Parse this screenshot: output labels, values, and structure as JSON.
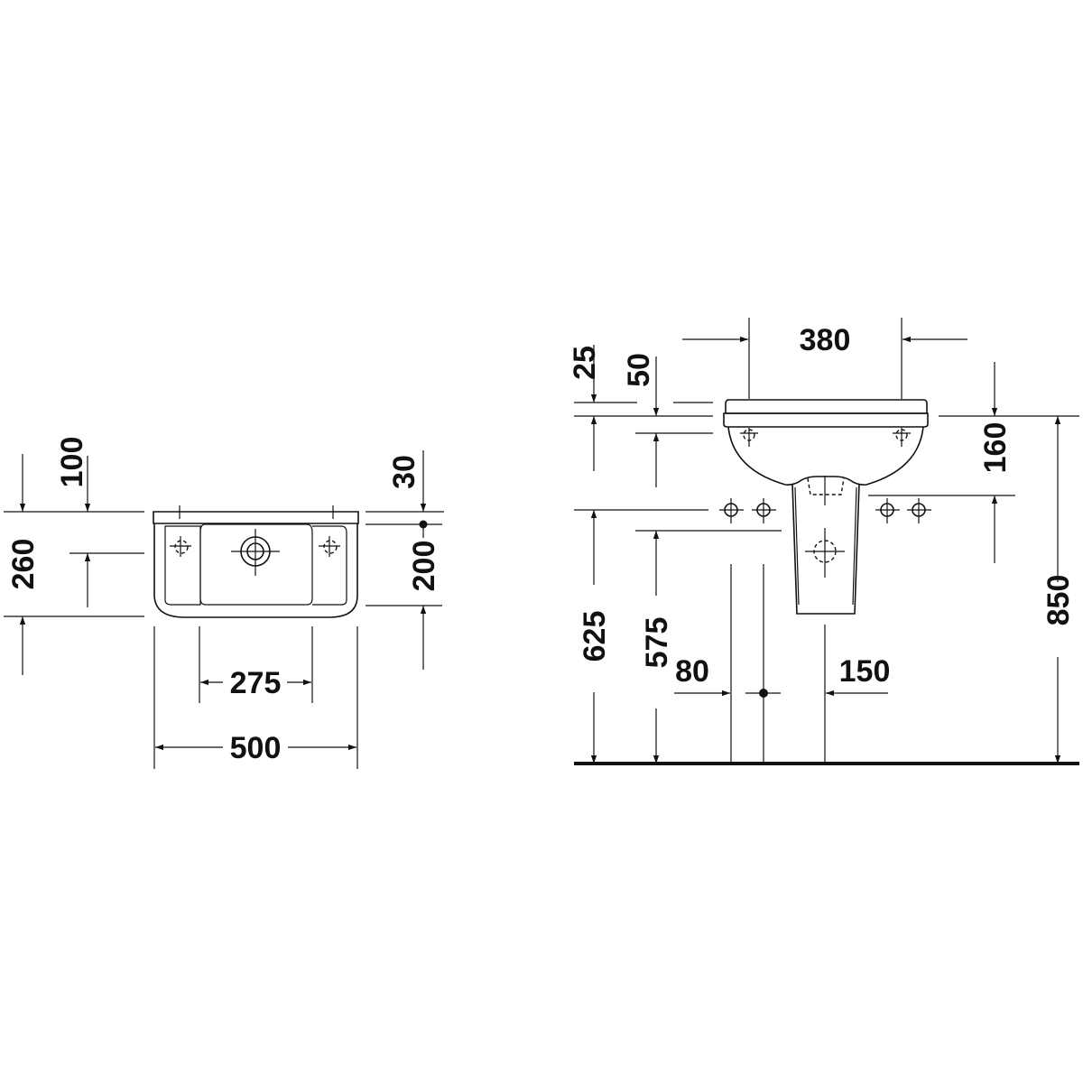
{
  "left_view": {
    "dimensions": {
      "overflow_depth": "100",
      "total_depth": "260",
      "rim_offset": "30",
      "bowl_depth": "200",
      "tap_spacing": "275",
      "width": "500"
    }
  },
  "right_view": {
    "dimensions": {
      "width": "380",
      "rim": "25",
      "bracket": "50",
      "bowl_height": "160",
      "supply_height": "625",
      "waste_height": "575",
      "supply_offset": "80",
      "waste_offset": "150",
      "total_height": "850"
    }
  },
  "colors": {
    "line": "#111111",
    "background": "#ffffff"
  }
}
